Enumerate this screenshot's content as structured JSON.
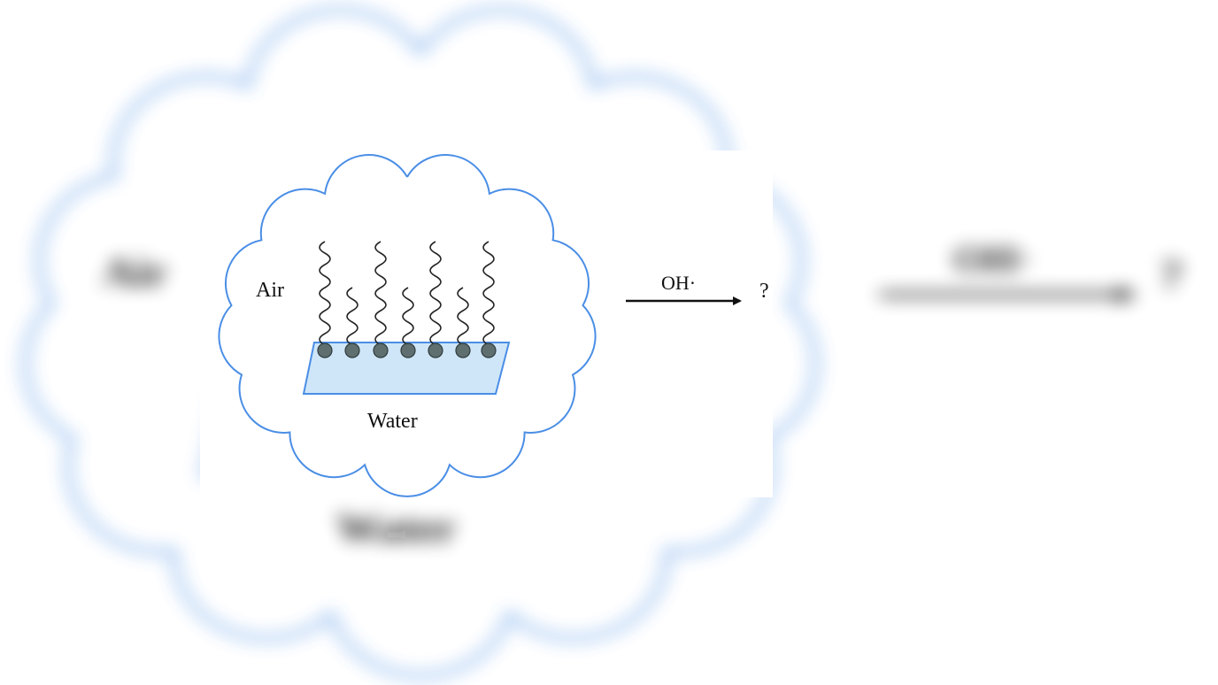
{
  "diagram": {
    "labels": {
      "air": "Air",
      "water": "Water",
      "reagent": "OH·",
      "product": "?"
    },
    "colors": {
      "cloud_stroke": "#4a8ee6",
      "water_fill": "#cfe6f8",
      "water_stroke": "#4a8ee6",
      "headgroup_fill": "#5f6f70",
      "chain_stroke": "#222222"
    },
    "surfactant_count": 7
  }
}
